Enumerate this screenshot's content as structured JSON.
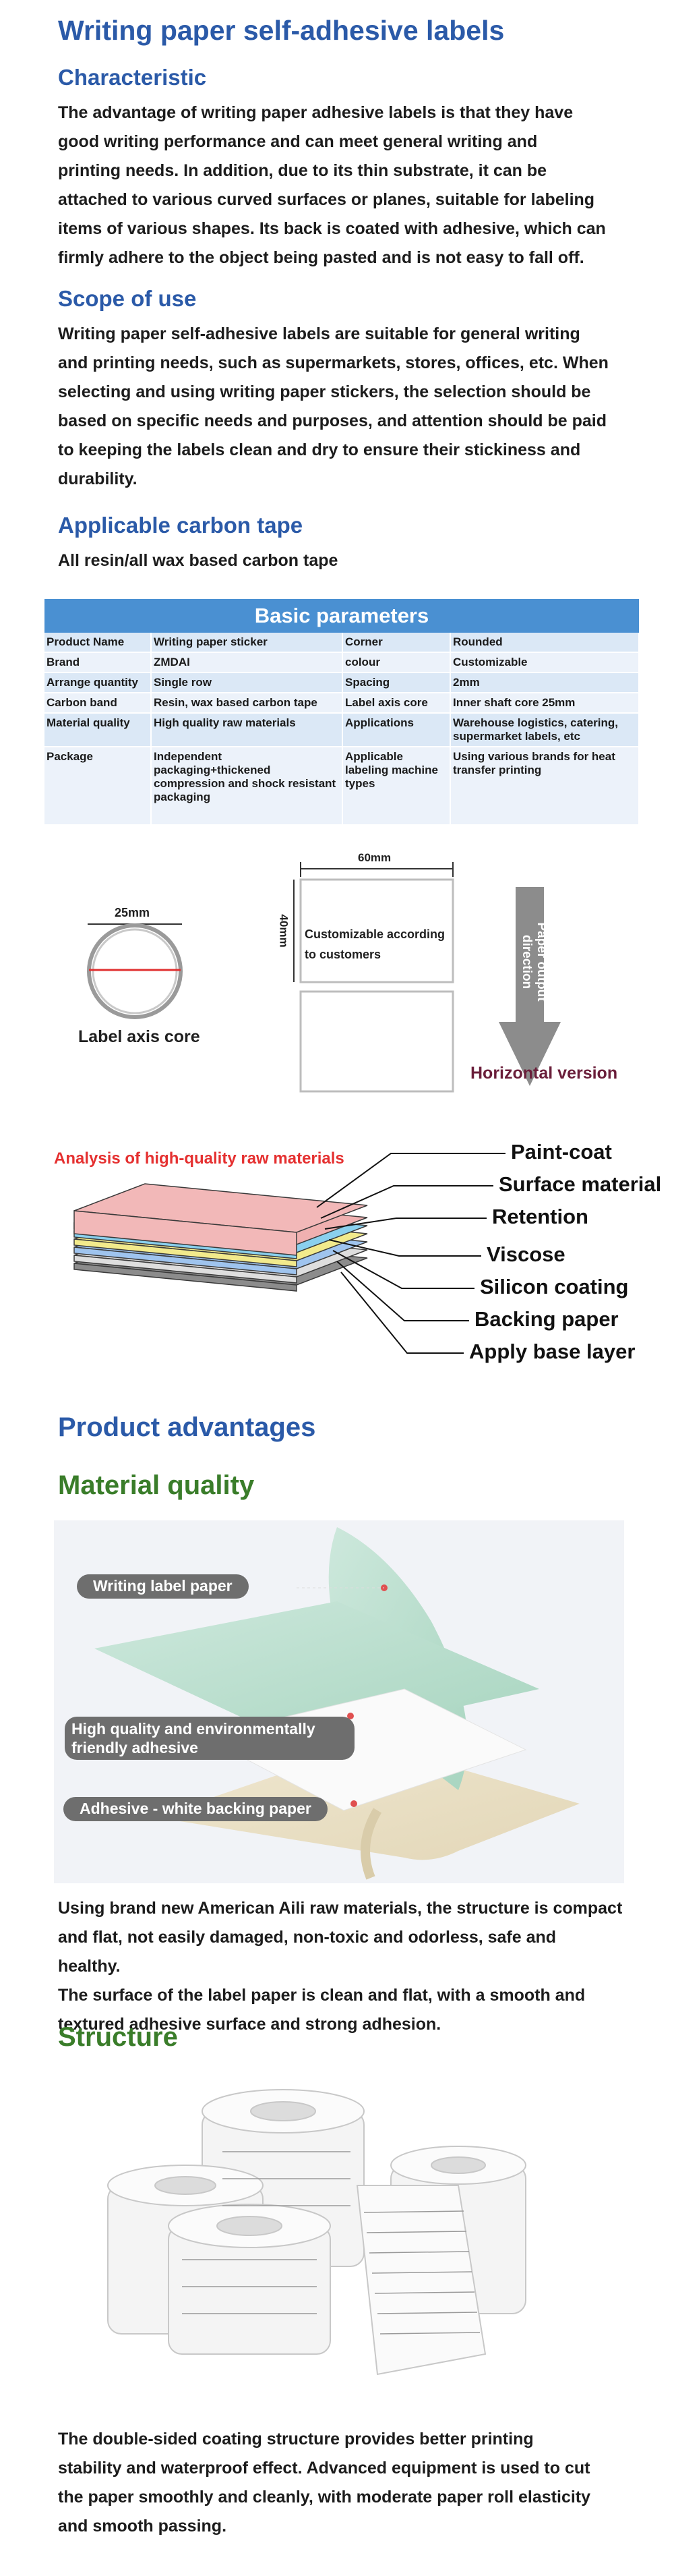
{
  "title": "Writing paper self-adhesive labels",
  "characteristic": {
    "heading": "Characteristic",
    "lines": [
      "The advantage of writing paper adhesive labels is that they have",
      "good writing performance and can meet general writing and",
      "printing needs. In addition, due to its thin substrate, it can be",
      "attached to various curved surfaces or planes, suitable for labeling",
      "items of various shapes. Its back is coated with adhesive, which can",
      "firmly adhere to the object being pasted and is not easy to fall off."
    ]
  },
  "scope": {
    "heading": "Scope of use",
    "lines": [
      "Writing paper self-adhesive labels are suitable for general writing",
      "and printing needs, such as supermarkets, stores, offices, etc. When",
      "selecting and using writing paper stickers, the selection should be",
      "based on specific needs and purposes, and attention should be paid",
      "to keeping the labels clean and dry to ensure their stickiness and",
      "durability."
    ]
  },
  "carbon": {
    "heading": "Applicable carbon tape",
    "text": "All resin/all wax based carbon tape"
  },
  "params": {
    "title": "Basic parameters",
    "rows": [
      [
        "Product Name",
        "Writing paper sticker",
        "Corner",
        "Rounded"
      ],
      [
        "Brand",
        "ZMDAI",
        "colour",
        "Customizable"
      ],
      [
        "Arrange quantity",
        "Single row",
        "Spacing",
        "2mm"
      ],
      [
        "Carbon band",
        "Resin, wax based carbon tape",
        "Label axis core",
        "Inner shaft core 25mm"
      ],
      [
        "Material quality",
        "High quality raw materials",
        "Applications",
        "Warehouse logistics, catering, supermarket labels, etc"
      ],
      [
        "Package",
        "Independent packaging+thickened compression and shock resistant packaging",
        "Applicable labeling machine types",
        "Using various brands for heat transfer printing"
      ]
    ]
  },
  "diagram": {
    "core_size": "25mm",
    "core_label": "Label axis core",
    "width_label": "60mm",
    "height_label": "40mm",
    "custom_text_1": "Customizable according",
    "custom_text_2": "to customers",
    "direction": "Paper output direction",
    "version": "Horizontal version"
  },
  "layers": {
    "title": "Analysis of high-quality raw materials",
    "items": [
      "Paint-coat",
      "Surface material",
      "Retention",
      "Viscose",
      "Silicon coating",
      "Backing paper",
      "Apply base layer"
    ],
    "colors": [
      "#f2b8b8",
      "#f0b0b0",
      "#8ad0ee",
      "#f2ea8c",
      "#9fc4ee",
      "#dedede",
      "#8c8c8c"
    ]
  },
  "advantages": {
    "heading": "Product advantages"
  },
  "material": {
    "heading": "Material quality",
    "tags": [
      "Writing label paper",
      "High quality and environmentally friendly adhesive",
      "Adhesive - white backing paper"
    ],
    "lines": [
      "Using brand new American Aili raw materials, the structure is compact",
      "and flat, not easily damaged, non-toxic and odorless, safe and healthy.",
      "The surface of the label paper is clean and flat, with a smooth and",
      "textured adhesive surface and strong adhesion."
    ]
  },
  "structure": {
    "heading": "Structure",
    "lines": [
      "The double-sided coating structure provides better printing",
      "stability and waterproof effect. Advanced equipment is used to cut",
      "the paper smoothly and cleanly, with moderate paper roll elasticity",
      "and smooth passing."
    ]
  }
}
